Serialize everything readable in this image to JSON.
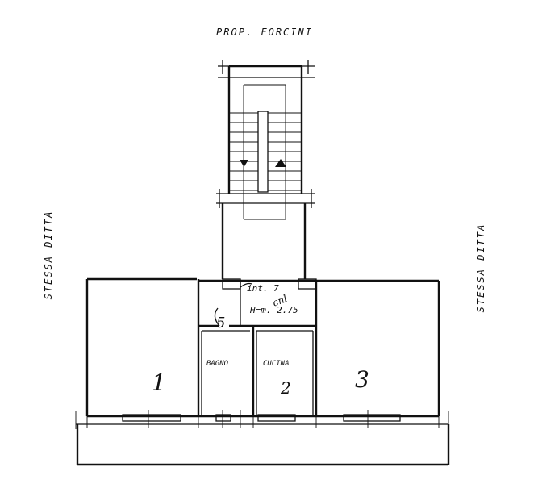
{
  "labels": {
    "top_neighbor": "PROP. FORCINI",
    "left_neighbor": "STESSA DITTA",
    "right_neighbor": "STESSA DITTA",
    "unit_interior": "int. 7",
    "unit_height": "H=m. 2.75",
    "unit_annotation": "cnl",
    "bathroom": "BAGNO",
    "kitchen": "CUCINA",
    "room_1": "1",
    "room_2": "2",
    "room_3": "3",
    "room_bathroom_number": "5"
  }
}
